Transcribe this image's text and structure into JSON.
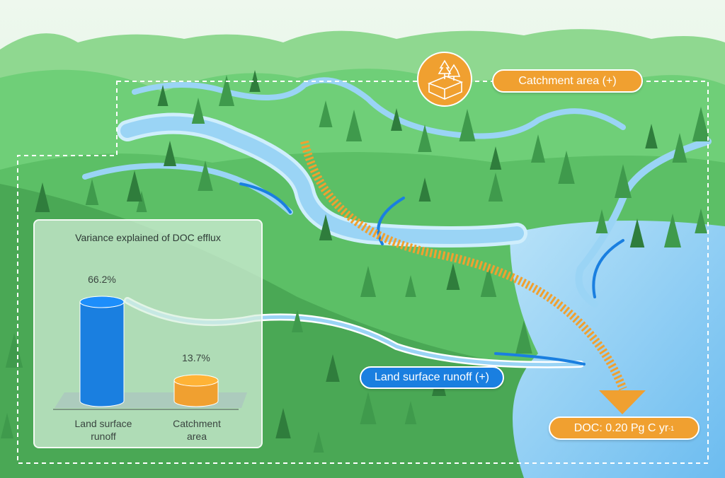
{
  "labels": {
    "catchment": "Catchment area (+)",
    "runoff": "Land surface runoff (+)",
    "doc_prefix": "DOC: 0.20 Pg C yr",
    "doc_sup": "-1"
  },
  "icons": {
    "catchment_badge": "forest-block-icon"
  },
  "colors": {
    "orange": "#f0a030",
    "blue": "#1a7fe0",
    "river": "#9ad4f5"
  },
  "chart_data": {
    "type": "bar",
    "title": "Variance explained of DOC efflux",
    "categories": [
      "Land surface runoff",
      "Catchment area"
    ],
    "category_lines": [
      [
        "Land surface",
        "runoff"
      ],
      [
        "Catchment",
        "area"
      ]
    ],
    "values": [
      66.2,
      13.7
    ],
    "value_labels": [
      "66.2%",
      "13.7%"
    ],
    "colors": [
      "#1a7fe0",
      "#f0a030"
    ],
    "ylim": [
      0,
      70
    ],
    "xlabel": "",
    "ylabel": ""
  }
}
